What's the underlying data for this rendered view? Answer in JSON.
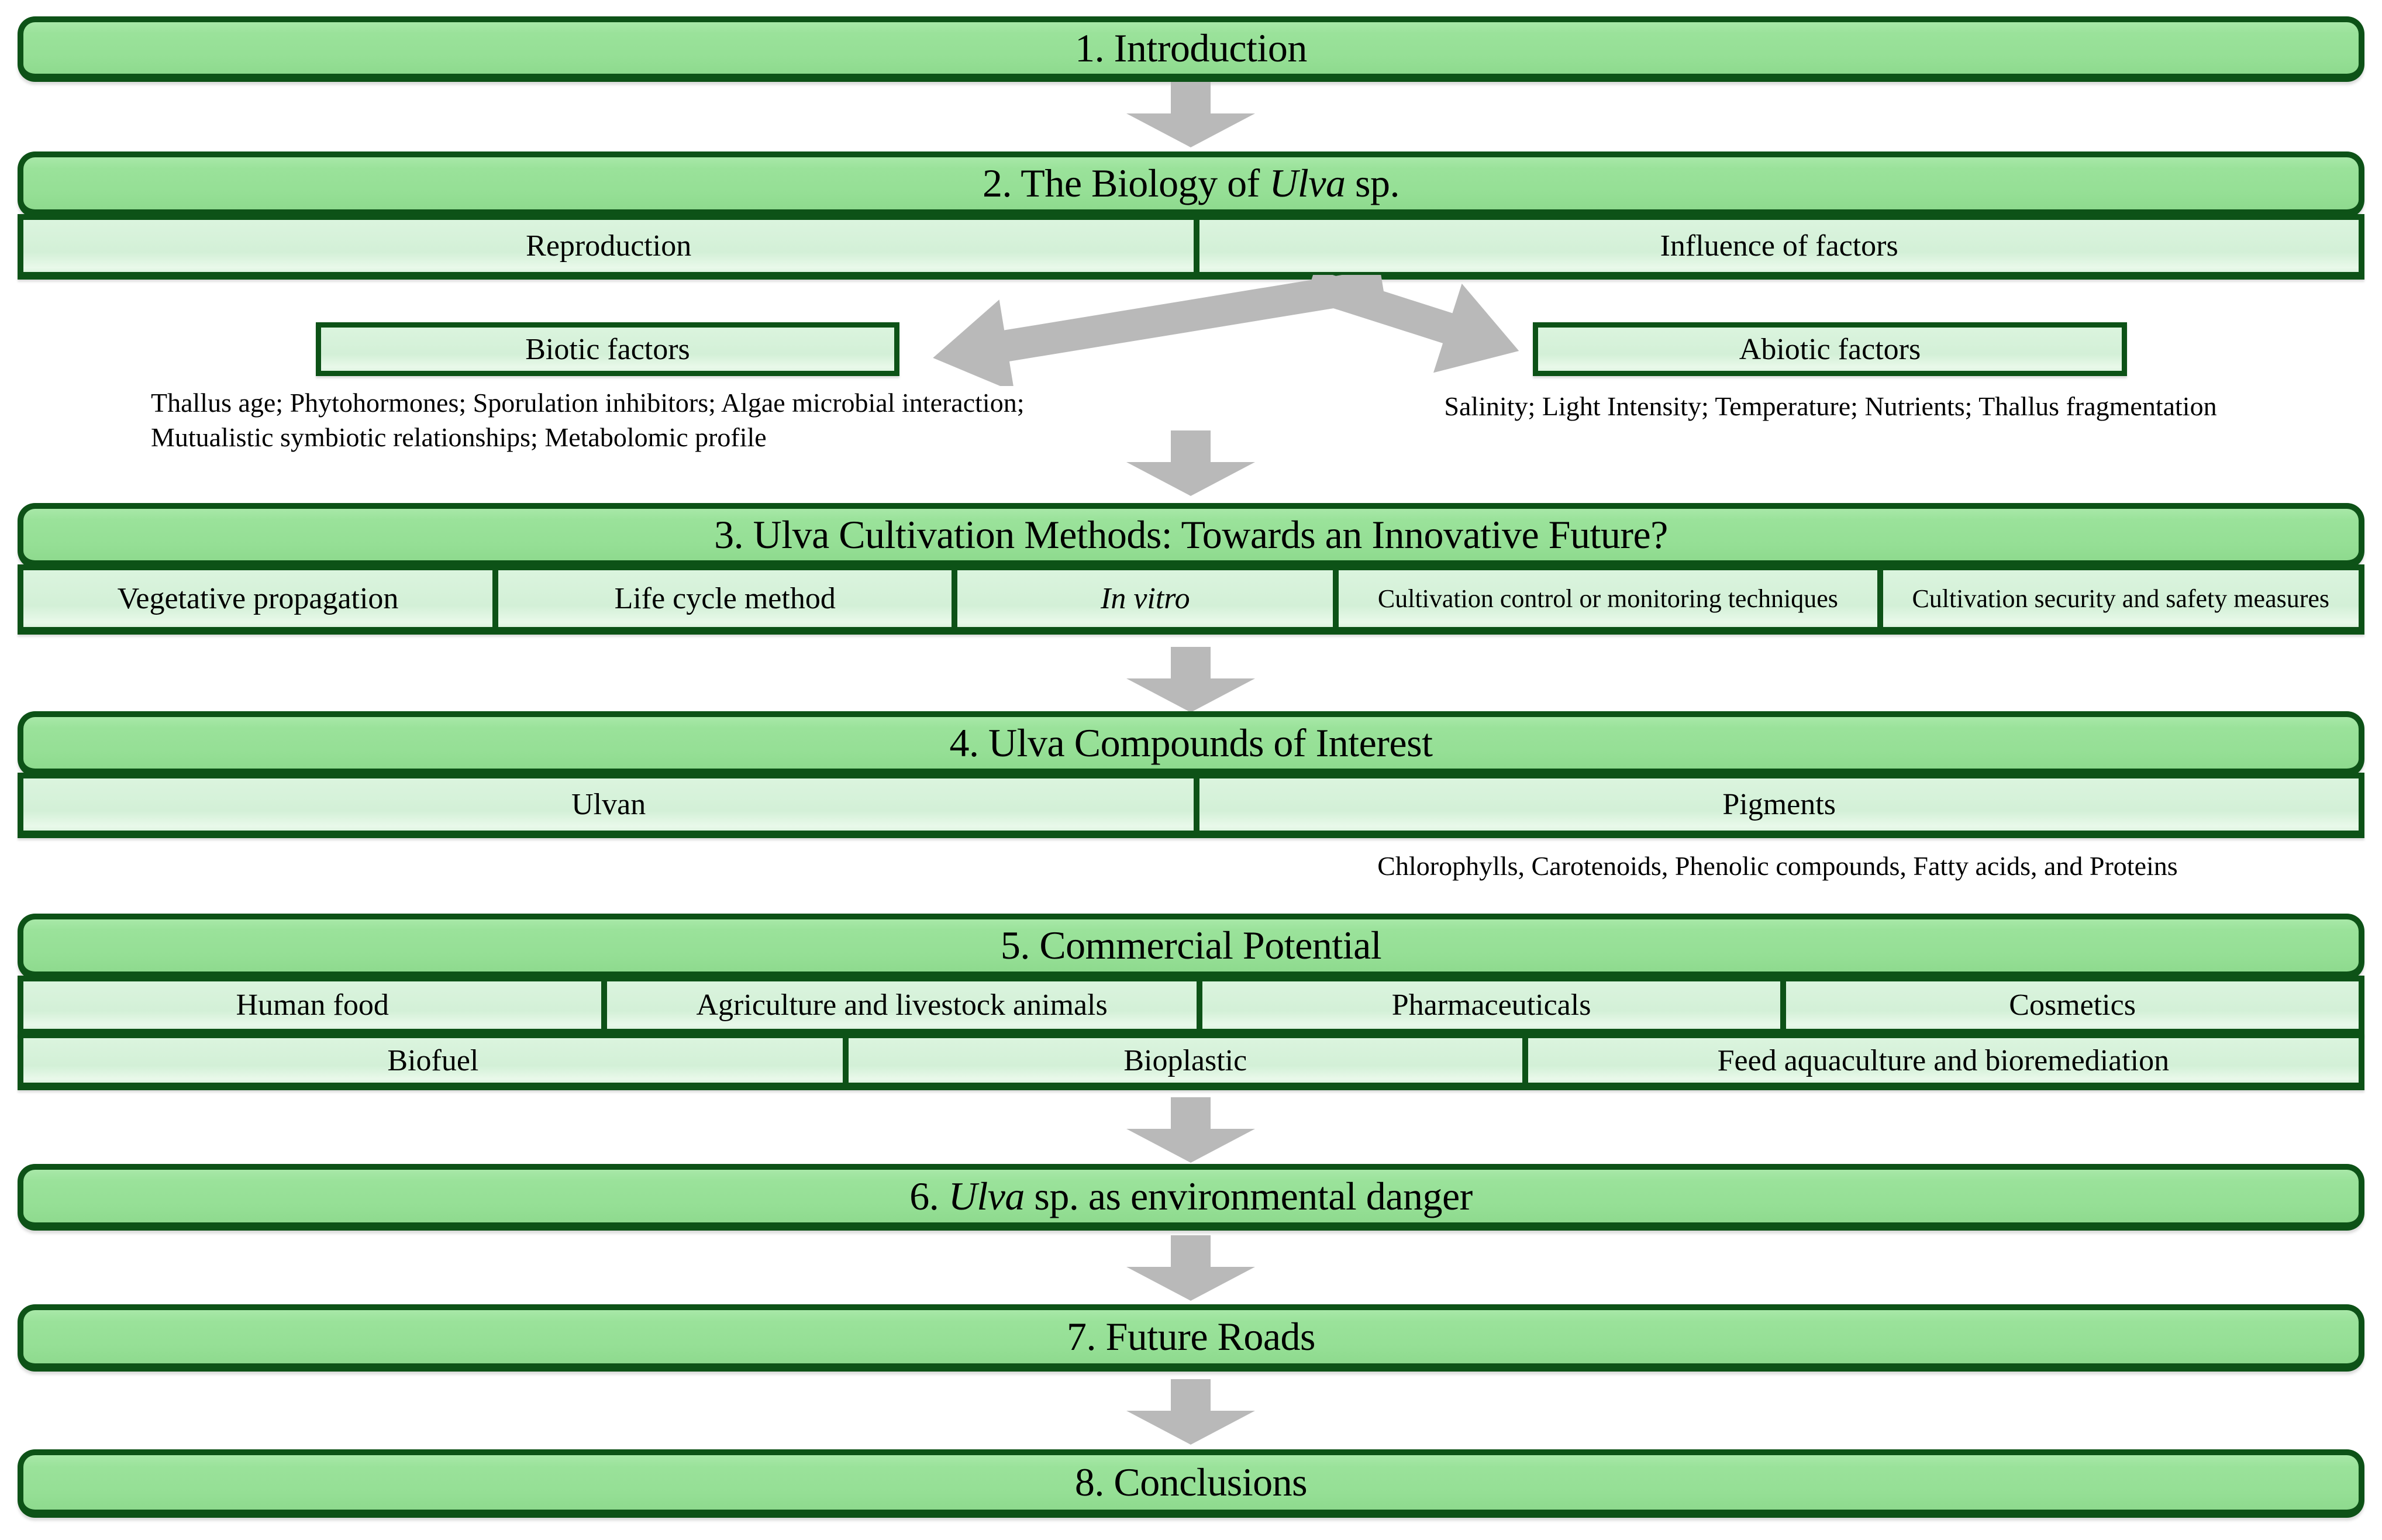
{
  "colors": {
    "border_green": "#0d5217",
    "header_fill": "#9ae29a",
    "cell_fill": "#d3f0d7",
    "arrow_gray": "#b9b9b9",
    "text": "#000000",
    "background": "#ffffff"
  },
  "flow": {
    "s1": {
      "title": "1. Introduction"
    },
    "s2": {
      "title_pre": "2. The Biology of ",
      "title_italic": "Ulva",
      "title_post": " sp.",
      "cells": [
        "Reproduction",
        "Influence of factors"
      ],
      "biotic_label": "Biotic factors",
      "biotic_note": "Thallus age; Phytohormones; Sporulation inhibitors; Algae microbial interaction; Mutualistic symbiotic relationships; Metabolomic profile",
      "abiotic_label": "Abiotic factors",
      "abiotic_note": "Salinity; Light Intensity; Temperature; Nutrients; Thallus fragmentation"
    },
    "s3": {
      "title": "3. Ulva Cultivation Methods: Towards an Innovative Future?",
      "cells": [
        "Vegetative propagation",
        "Life cycle method",
        "In vitro",
        "Cultivation control or monitoring techniques",
        "Cultivation security and safety measures"
      ]
    },
    "s4": {
      "title": "4. Ulva Compounds of Interest",
      "cells": [
        "Ulvan",
        "Pigments"
      ],
      "note": "Chlorophylls, Carotenoids, Phenolic compounds, Fatty acids, and Proteins"
    },
    "s5": {
      "title": "5. Commercial Potential",
      "row1": [
        "Human food",
        "Agriculture and livestock animals",
        "Pharmaceuticals",
        "Cosmetics"
      ],
      "row2": [
        "Biofuel",
        "Bioplastic",
        "Feed aquaculture and bioremediation"
      ]
    },
    "s6": {
      "title_pre": "6. ",
      "title_italic": "Ulva",
      "title_post": " sp. as environmental danger"
    },
    "s7": {
      "title": "7. Future Roads"
    },
    "s8": {
      "title": "8. Conclusions"
    }
  }
}
